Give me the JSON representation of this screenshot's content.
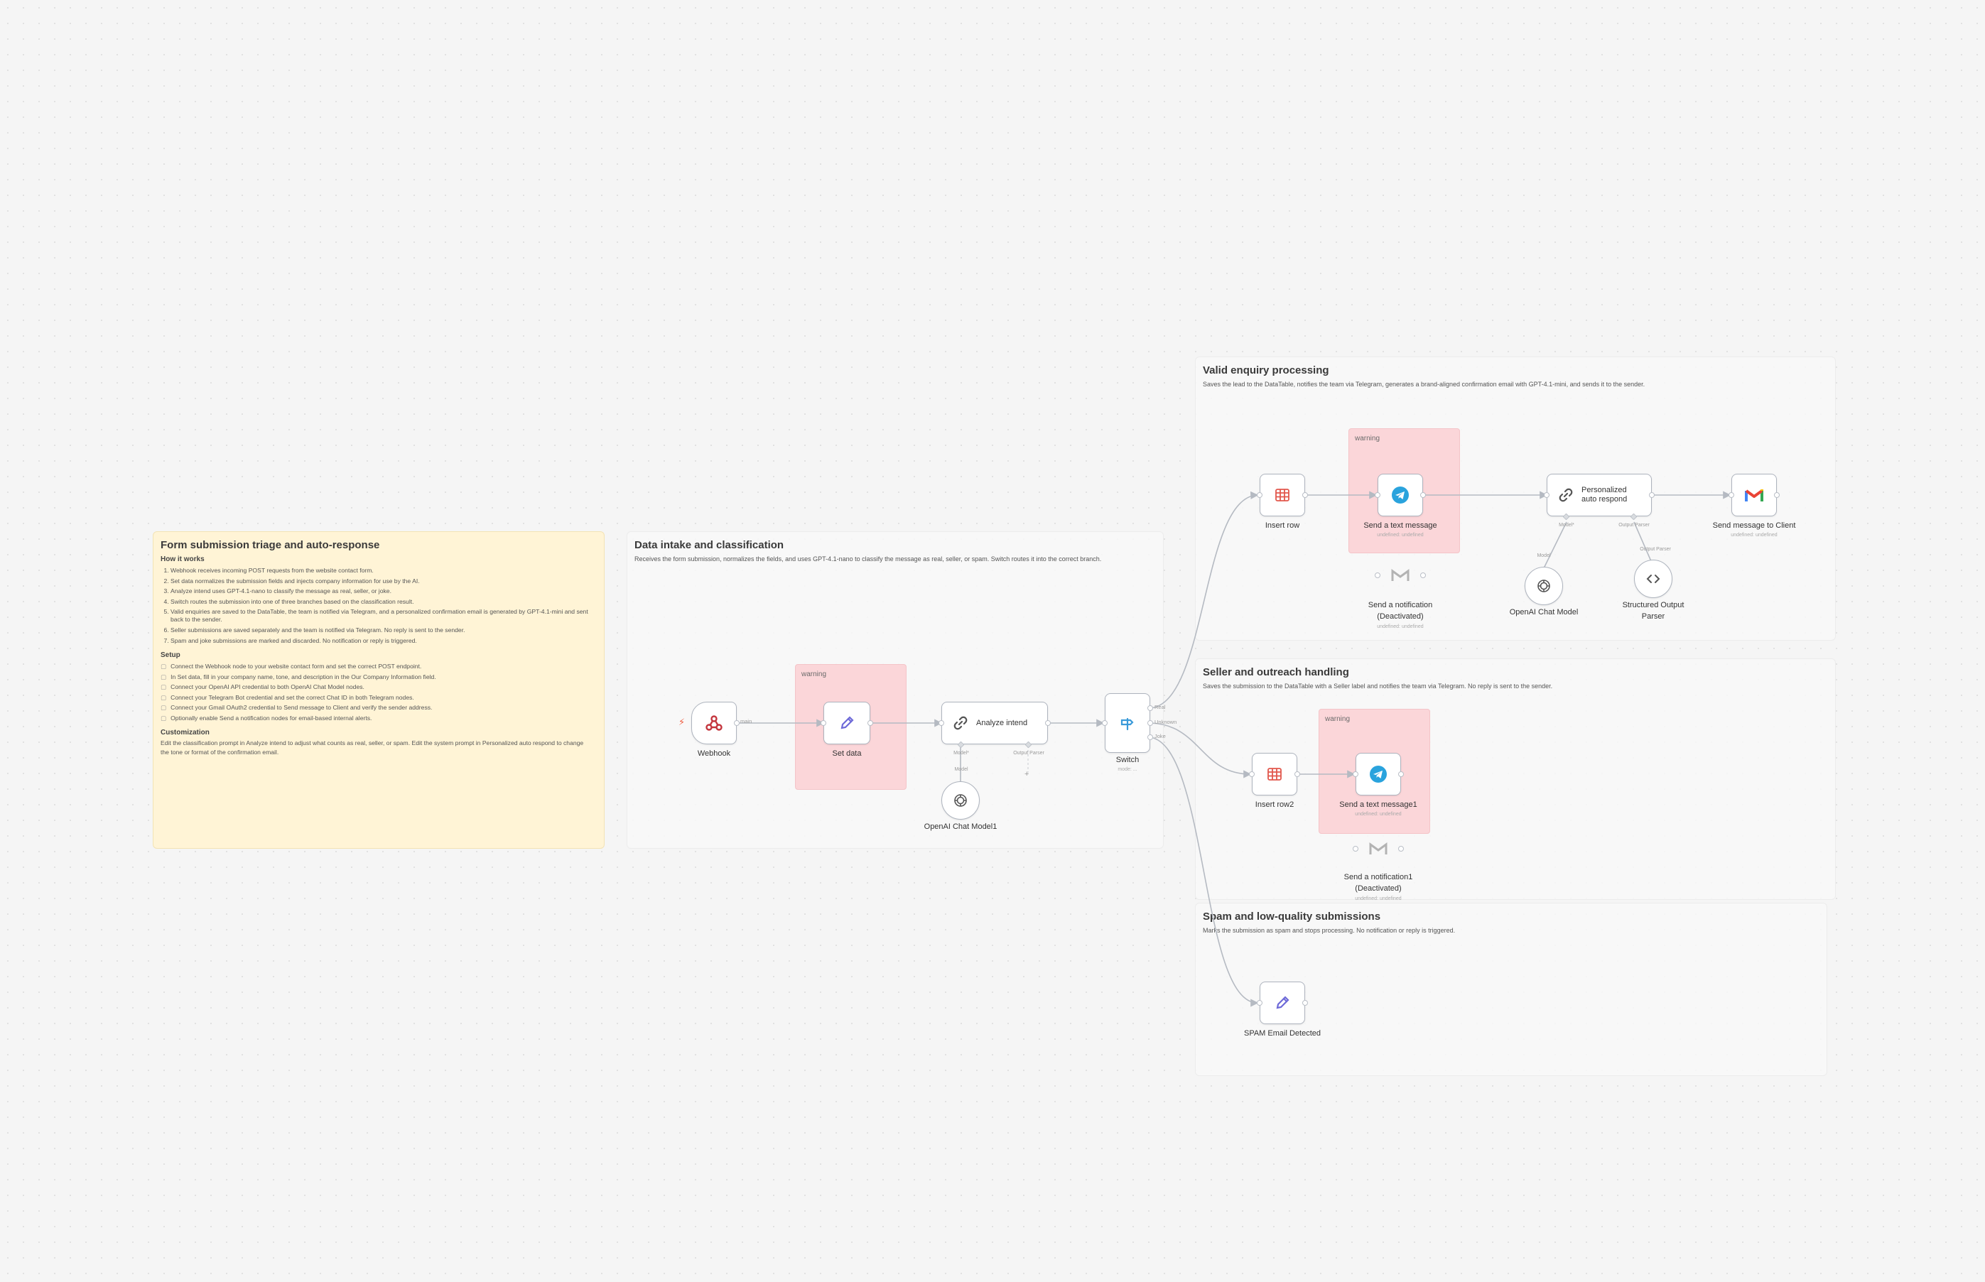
{
  "sticky_main": {
    "title": "Form submission triage and auto-response",
    "how_it_works_heading": "How it works",
    "how_it_works": [
      "Webhook receives incoming POST requests from the website contact form.",
      "Set data normalizes the submission fields and injects company information for use by the AI.",
      "Analyze intend uses GPT-4.1-nano to classify the message as real, seller, or joke.",
      "Switch routes the submission into one of three branches based on the classification result.",
      "Valid enquiries are saved to the DataTable, the team is notified via Telegram, and a personalized confirmation email is generated by GPT-4.1-mini and sent back to the sender.",
      "Seller submissions are saved separately and the team is notified via Telegram. No reply is sent to the sender.",
      "Spam and joke submissions are marked and discarded. No notification or reply is triggered."
    ],
    "setup_heading": "Setup",
    "setup": [
      "Connect the Webhook node to your website contact form and set the correct POST endpoint.",
      "In Set data, fill in your company name, tone, and description in the Our Company Information field.",
      "Connect your OpenAI API credential to both OpenAI Chat Model nodes.",
      "Connect your Telegram Bot credential and set the correct Chat ID in both Telegram nodes.",
      "Connect your Gmail OAuth2 credential to Send message to Client and verify the sender address.",
      "Optionally enable Send a notification nodes for email-based internal alerts."
    ],
    "customization_heading": "Customization",
    "customization": "Edit the classification prompt in Analyze intend to adjust what counts as real, seller, or spam. Edit the system prompt in Personalized auto respond to change the tone or format of the confirmation email."
  },
  "sections": {
    "intake": {
      "title": "Data intake and classification",
      "desc": "Receives the form submission, normalizes the fields, and uses GPT-4.1-nano to classify the message as real, seller, or spam. Switch routes it into the correct branch."
    },
    "valid": {
      "title": "Valid enquiry processing",
      "desc": "Saves the lead to the DataTable, notifies the team via Telegram, generates a brand-aligned confirmation email with GPT-4.1-mini, and sends it to the sender."
    },
    "seller": {
      "title": "Seller and outreach handling",
      "desc": "Saves the submission to the DataTable with a Seller label and notifies the team via Telegram. No reply is sent to the sender."
    },
    "spam": {
      "title": "Spam and low-quality submissions",
      "desc": "Marks the submission as spam and stops processing. No notification or reply is triggered."
    }
  },
  "warning_label": "warning",
  "nodes": {
    "webhook": {
      "label": "Webhook",
      "icon": "webhook-icon"
    },
    "set_data": {
      "label": "Set data",
      "icon": "pencil-icon"
    },
    "analyze_intend": {
      "label": "Analyze intend",
      "icon": "link-icon",
      "port_model": "Model*",
      "port_parser": "Output Parser"
    },
    "openai_model1": {
      "label": "OpenAI Chat Model1",
      "icon": "openai-icon"
    },
    "switch": {
      "label": "Switch",
      "sub": "mode: ...",
      "outputs": [
        "Real",
        "Unknown",
        "Joke"
      ],
      "icon": "switch-icon"
    },
    "insert_row": {
      "label": "Insert row",
      "icon": "table-icon"
    },
    "send_text": {
      "label": "Send a text message",
      "sub": "undefined: undefined",
      "icon": "telegram-icon"
    },
    "send_notification": {
      "label": "Send a notification",
      "label2": "(Deactivated)",
      "sub": "undefined: undefined",
      "icon": "gmail-icon"
    },
    "personalized": {
      "label": "Personalized",
      "label2": "auto respond",
      "icon": "link-icon",
      "port_model": "Model*",
      "port_parser": "Output Parser"
    },
    "send_client": {
      "label": "Send message to Client",
      "sub": "undefined: undefined",
      "icon": "gmail-icon"
    },
    "openai_model": {
      "label": "OpenAI Chat Model",
      "icon": "openai-icon"
    },
    "structured_parser": {
      "label": "Structured Output",
      "label2": "Parser",
      "icon": "code-icon"
    },
    "insert_row2": {
      "label": "Insert row2",
      "icon": "table-icon"
    },
    "send_text1": {
      "label": "Send a text message1",
      "sub": "undefined: undefined",
      "icon": "telegram-icon"
    },
    "send_notification1": {
      "label": "Send a notification1",
      "label2": "(Deactivated)",
      "sub": "undefined: undefined",
      "icon": "gmail-icon"
    },
    "spam_detected": {
      "label": "SPAM Email Detected",
      "icon": "pencil-icon"
    }
  },
  "edge_labels": {
    "webhook_out": "main",
    "model": "Model",
    "output_parser": "Output Parser"
  },
  "colors": {
    "canvas": "#f5f5f5",
    "sticky_yellow": "#fff4d6",
    "warning": "#fbd6d9",
    "telegram": "#2aa3dd",
    "edge": "#b5bac2"
  }
}
